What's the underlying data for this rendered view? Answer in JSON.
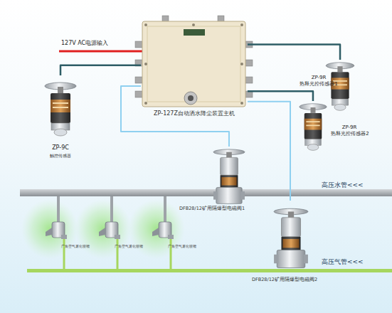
{
  "diagram": {
    "nodes": [
      {
        "text": [
          "ZP-127Z自动洒水降尘装置主机"
        ]
      },
      {
        "text": [
          "ZP-9C",
          "触控传感器"
        ]
      },
      {
        "text": [
          "ZP-9R",
          "热释光控传感器1"
        ]
      },
      {
        "text": [
          "ZP-9R",
          "热释光控传感器2"
        ]
      },
      {
        "text": [
          "DFB28/12矿用隔爆型电磁阀1"
        ]
      },
      {
        "text": [
          "DFB28/12矿用隔爆型电磁阀2"
        ]
      },
      {
        "text": [
          "广角空气雾化喷嘴"
        ]
      },
      {
        "text": [
          "广角空气雾化喷嘴"
        ]
      },
      {
        "text": [
          "广角空气雾化喷嘴"
        ]
      }
    ],
    "edges": [
      {
        "from": 0,
        "to": 1,
        "arrow": "none"
      },
      {
        "from": 0,
        "to": 2,
        "arrow": "none"
      },
      {
        "from": 0,
        "to": 3,
        "arrow": "none"
      },
      {
        "from": 0,
        "to": 4,
        "arrow": "none"
      },
      {
        "from": 0,
        "to": 5,
        "arrow": "none"
      }
    ],
    "labels": [
      "127V AC电源输入",
      "高压水管<<<",
      "高压气管<<<"
    ]
  }
}
